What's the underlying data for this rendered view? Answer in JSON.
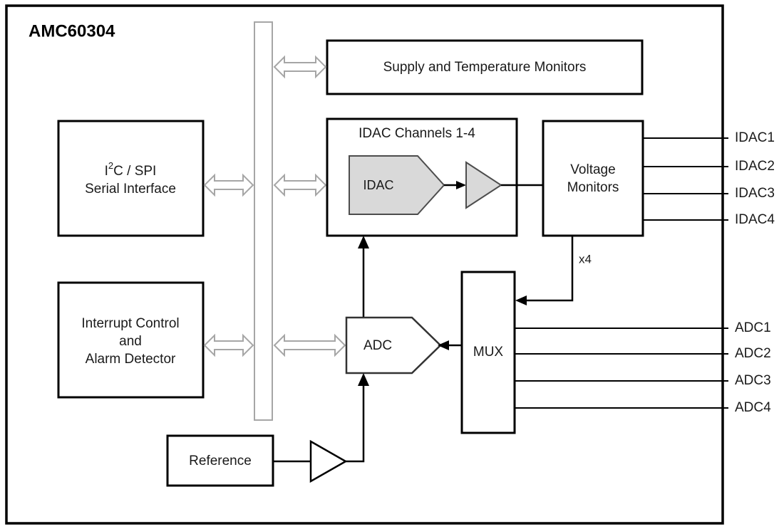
{
  "diagram": {
    "type": "block-diagram",
    "title": "AMC60304",
    "background_color": "#ffffff",
    "outline_color": "#000000",
    "bus_color": "#a6a6a6",
    "fill_gray": "#d9d9d9"
  },
  "blocks": {
    "serial_interface": {
      "line1_prefix": "I",
      "line1_sup": "2",
      "line1_suffix": "C / SPI",
      "line2": "Serial Interface"
    },
    "interrupt_control": {
      "line1": "Interrupt Control",
      "line2": "and",
      "line3": "Alarm Detector"
    },
    "supply_monitors": {
      "label": "Supply and Temperature Monitors"
    },
    "idac_channels": {
      "title": "IDAC Channels 1-4",
      "idac_label": "IDAC"
    },
    "voltage_monitors": {
      "line1": "Voltage",
      "line2": "Monitors"
    },
    "adc": {
      "label": "ADC"
    },
    "mux": {
      "label": "MUX"
    },
    "reference": {
      "label": "Reference"
    }
  },
  "annotations": {
    "mux_feedback_multiplier": "x4"
  },
  "pins": {
    "idac_outputs": [
      "IDAC1",
      "IDAC2",
      "IDAC3",
      "IDAC4"
    ],
    "adc_inputs": [
      "ADC1",
      "ADC2",
      "ADC3",
      "ADC4"
    ]
  }
}
